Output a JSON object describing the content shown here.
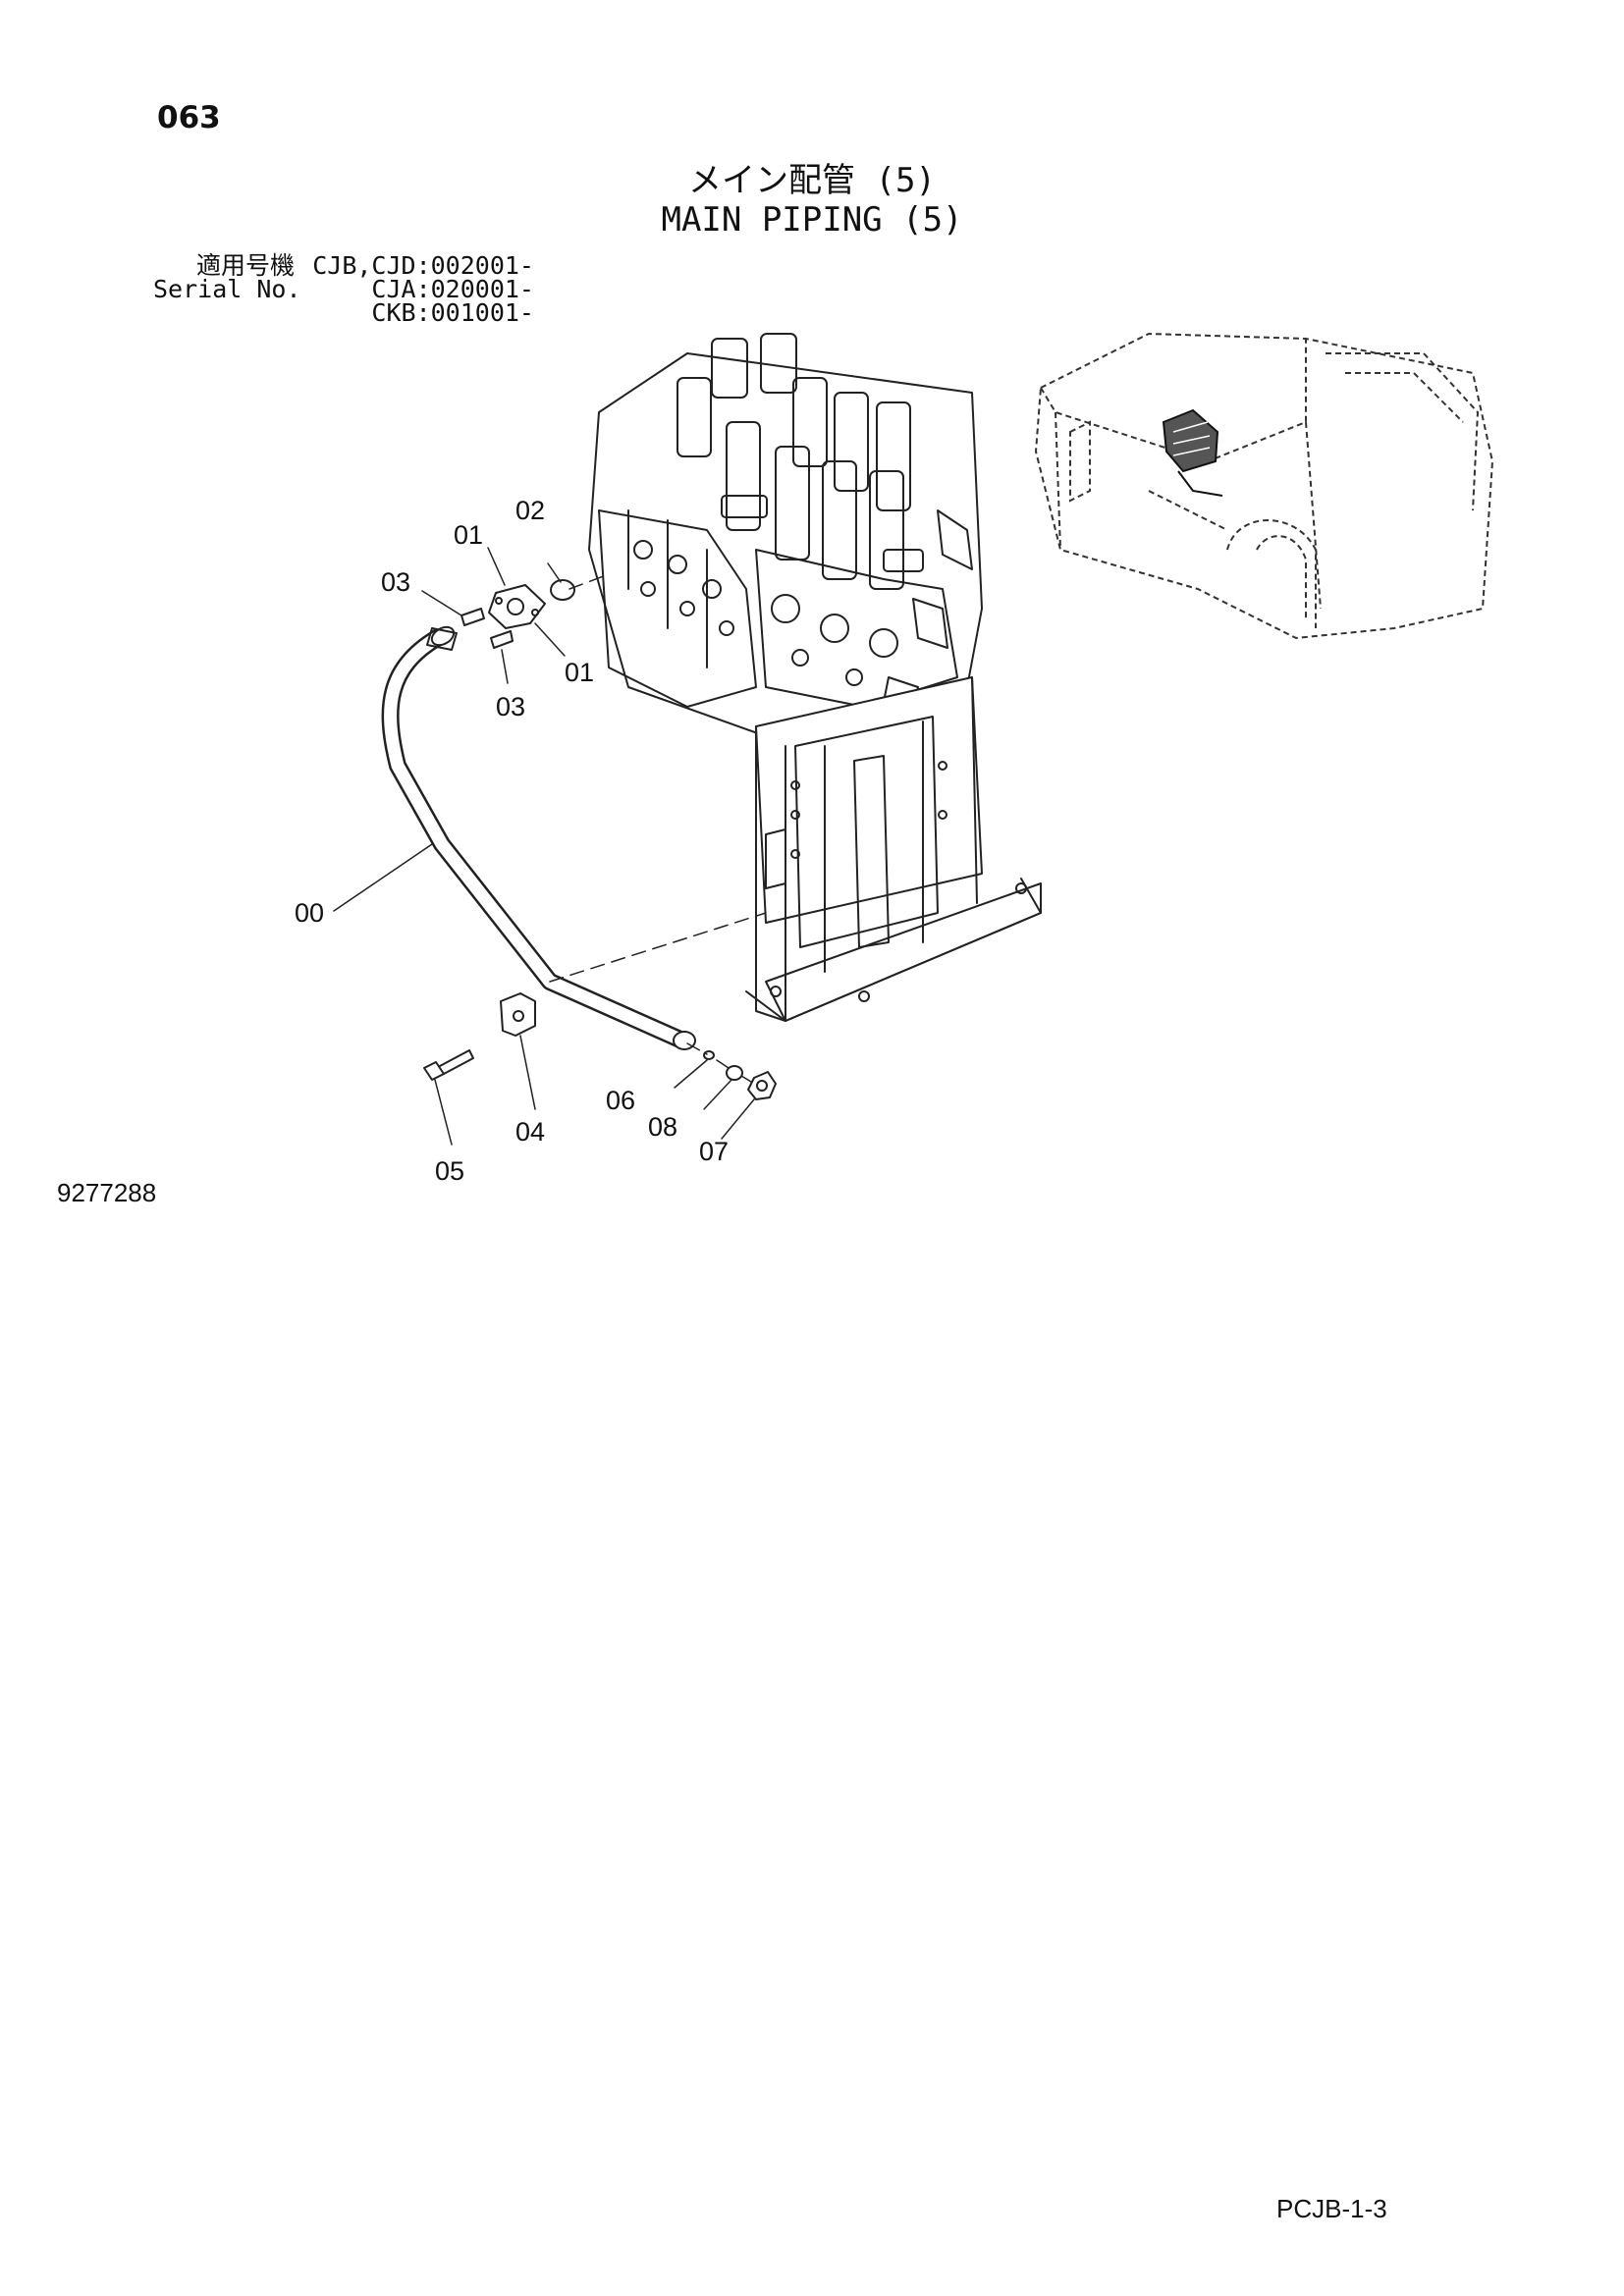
{
  "page": {
    "number": "063",
    "title_ja": "メイン配管 (5)",
    "title_en": "MAIN PIPING (5)",
    "serial_label_ja": "適用号機",
    "serial_label_en": "Serial No.",
    "serial_values": [
      "CJB,CJD:002001-",
      "CJA:020001-",
      "CKB:001001-"
    ],
    "figure_number": "9277288",
    "footer_code": "PCJB-1-3"
  },
  "callouts": {
    "p02": "02",
    "p01_top": "01",
    "p03_top": "03",
    "p01_bottom": "01",
    "p03_bottom": "03",
    "p00": "00",
    "p06": "06",
    "p08": "08",
    "p07": "07",
    "p04": "04",
    "p05": "05"
  }
}
